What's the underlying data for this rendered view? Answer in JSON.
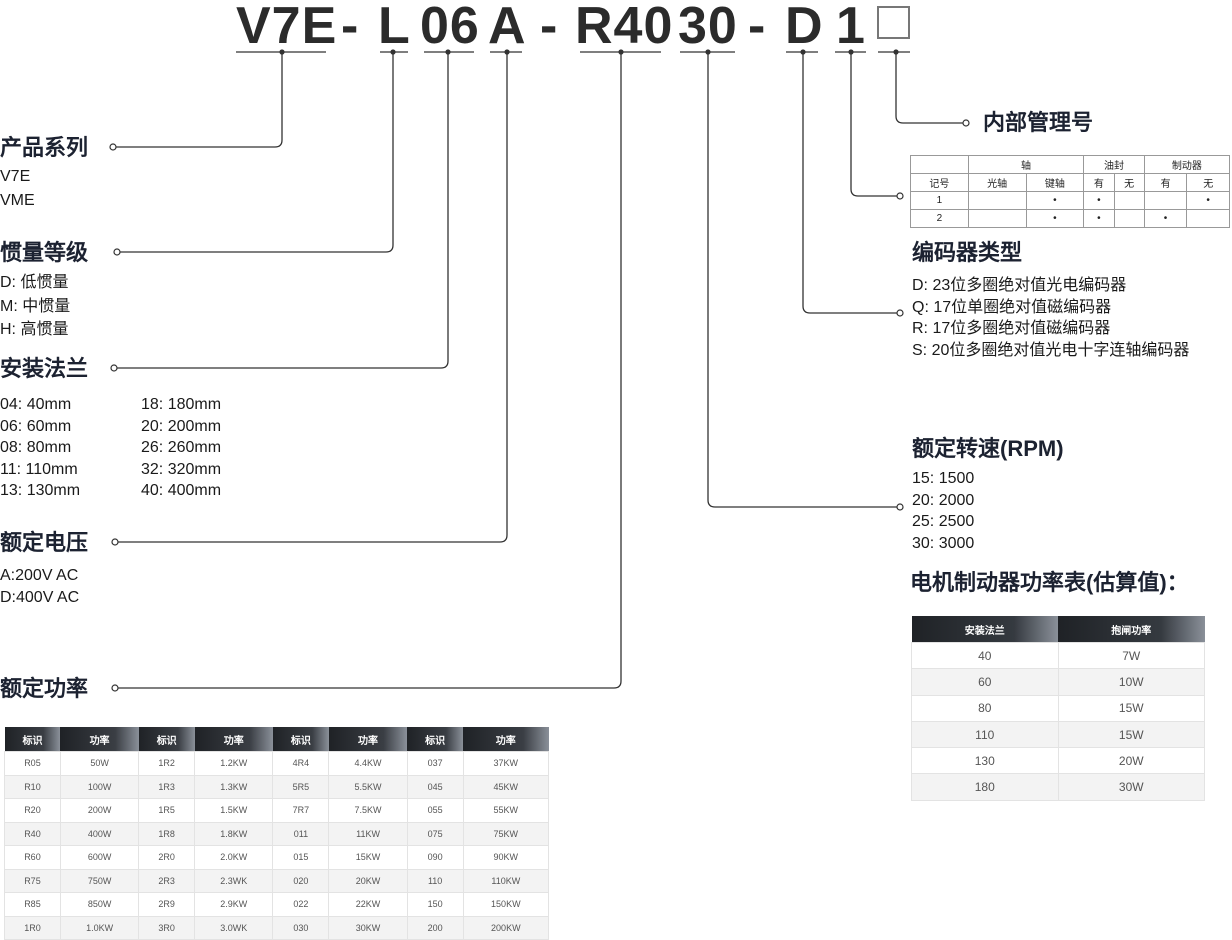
{
  "model_code": {
    "segments": [
      "V7E",
      "-",
      "L",
      "06",
      "A",
      "-",
      "R40",
      "30",
      "-",
      "D",
      "1"
    ]
  },
  "sections": {
    "series": {
      "title": "产品系列",
      "items": [
        "V7E",
        "VME"
      ]
    },
    "inertia": {
      "title": "惯量等级",
      "items": [
        "D:  低惯量",
        "M:  中惯量",
        "H:  高惯量"
      ]
    },
    "flange": {
      "title": "安装法兰",
      "col1": [
        "04:  40mm",
        "06:  60mm",
        "08:  80mm",
        "11:  110mm",
        "13:  130mm"
      ],
      "col2": [
        "18:  180mm",
        "20:  200mm",
        "26:  260mm",
        "32:  320mm",
        "40:  400mm"
      ]
    },
    "voltage": {
      "title": "额定电压",
      "items": [
        "A:200V AC",
        "D:400V AC"
      ]
    },
    "power": {
      "title": "额定功率"
    },
    "internal": {
      "title": "内部管理号"
    },
    "encoder": {
      "title": "编码器类型",
      "items": [
        "D:  23位多圈绝对值光电编码器",
        "Q:  17位单圈绝对值磁编码器",
        "R:  17位多圈绝对值磁编码器",
        "S:  20位多圈绝对值光电十字连轴编码器"
      ]
    },
    "speed": {
      "title": "额定转速(RPM)",
      "items": [
        "15:  1500",
        "20:  2000",
        "25:  2500",
        "30:  3000"
      ]
    },
    "brake_title": "电机制动器功率表(估算值)："
  },
  "power_table": {
    "headers": [
      "标识",
      "功率",
      "标识",
      "功率",
      "标识",
      "功率",
      "标识",
      "功率"
    ],
    "rows": [
      [
        "R05",
        "50W",
        "1R2",
        "1.2KW",
        "4R4",
        "4.4KW",
        "037",
        "37KW"
      ],
      [
        "R10",
        "100W",
        "1R3",
        "1.3KW",
        "5R5",
        "5.5KW",
        "045",
        "45KW"
      ],
      [
        "R20",
        "200W",
        "1R5",
        "1.5KW",
        "7R7",
        "7.5KW",
        "055",
        "55KW"
      ],
      [
        "R40",
        "400W",
        "1R8",
        "1.8KW",
        "011",
        "11KW",
        "075",
        "75KW"
      ],
      [
        "R60",
        "600W",
        "2R0",
        "2.0KW",
        "015",
        "15KW",
        "090",
        "90KW"
      ],
      [
        "R75",
        "750W",
        "2R3",
        "2.3WK",
        "020",
        "20KW",
        "110",
        "110KW"
      ],
      [
        "R85",
        "850W",
        "2R9",
        "2.9KW",
        "022",
        "22KW",
        "150",
        "150KW"
      ],
      [
        "1R0",
        "1.0KW",
        "3R0",
        "3.0WK",
        "030",
        "30KW",
        "200",
        "200KW"
      ]
    ]
  },
  "option_table": {
    "group_headers": [
      "轴",
      "油封",
      "制动器"
    ],
    "sub_headers": [
      "记号",
      "光轴",
      "键轴",
      "有",
      "无",
      "有",
      "无"
    ],
    "rows": [
      [
        "1",
        "",
        "•",
        "•",
        "",
        "",
        "•"
      ],
      [
        "2",
        "",
        "•",
        "•",
        "",
        "•",
        ""
      ]
    ]
  },
  "brake_table": {
    "headers": [
      "安装法兰",
      "抱闸功率"
    ],
    "rows": [
      [
        "40",
        "7W"
      ],
      [
        "60",
        "10W"
      ],
      [
        "80",
        "15W"
      ],
      [
        "110",
        "15W"
      ],
      [
        "130",
        "20W"
      ],
      [
        "180",
        "30W"
      ]
    ]
  }
}
